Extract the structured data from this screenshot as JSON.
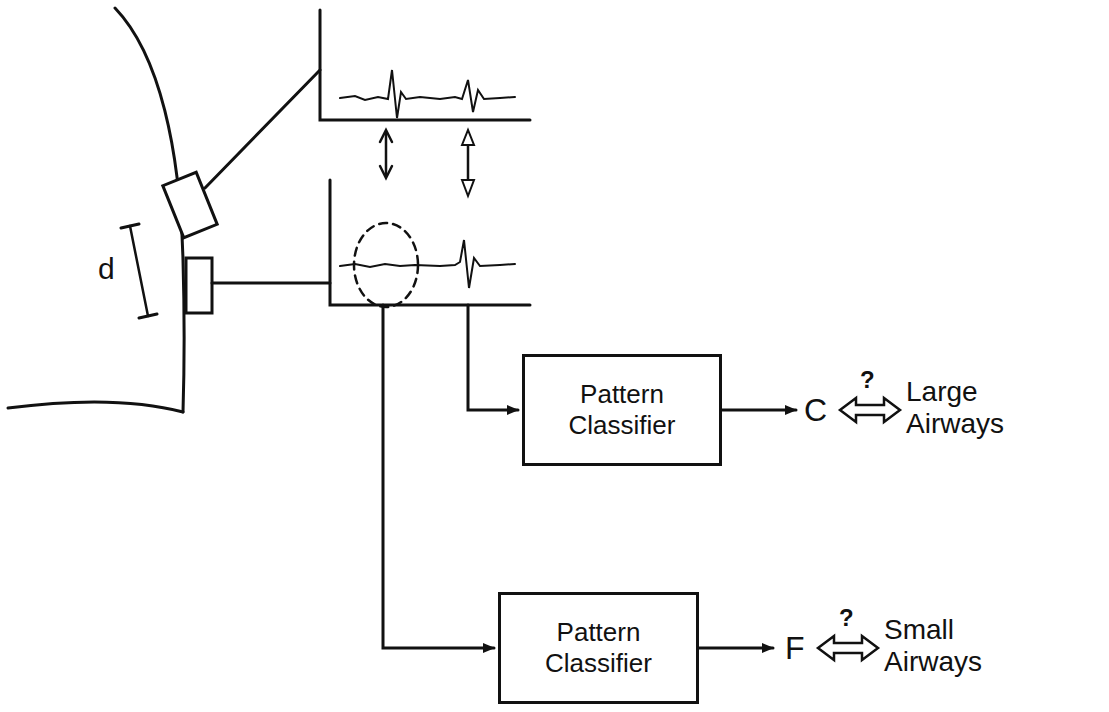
{
  "diagram": {
    "nodes": [
      {
        "text": [
          "Pattern Classifier"
        ]
      },
      {
        "text": [
          "Pattern Classifier"
        ]
      }
    ],
    "labels": [
      "d",
      "C",
      "?",
      "Large Airways",
      "F",
      "?",
      "Small Airways"
    ]
  }
}
